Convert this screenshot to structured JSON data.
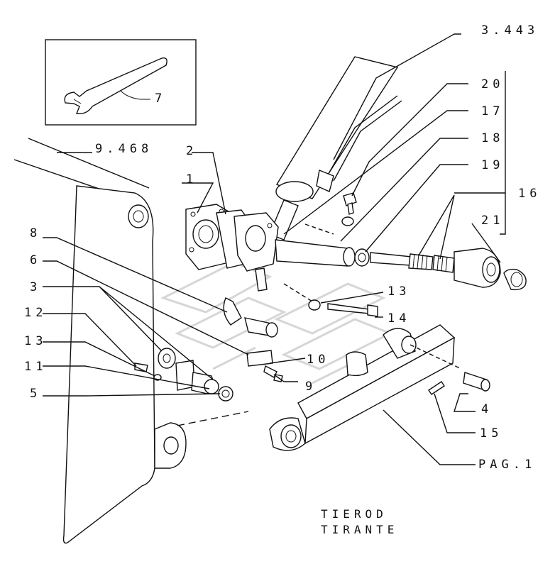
{
  "title": {
    "line1": "TIEROD",
    "line2": "TIRANTE"
  },
  "labels": {
    "ref_3443": "3.443",
    "ref_9468": "9.468",
    "ref_pag1": "PAG.1",
    "p1": "1",
    "p2": "2",
    "p3": "3",
    "p4": "4",
    "p5": "5",
    "p6": "6",
    "p7": "7",
    "p8": "8",
    "p9": "9",
    "p10": "10",
    "p11": "11",
    "p12": "12",
    "p13_left": "13",
    "p13_right": "13",
    "p14": "14",
    "p15": "15",
    "p16": "16",
    "p17": "17",
    "p18": "18",
    "p19": "19",
    "p20": "20",
    "p21": "21"
  },
  "colors": {
    "ink": "#111111",
    "background": "#ffffff",
    "watermark": "#d6d6d6"
  }
}
